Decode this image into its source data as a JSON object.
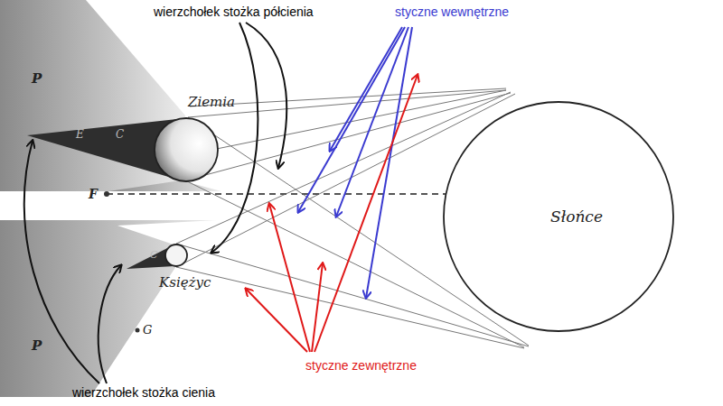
{
  "diagram": {
    "nodes": [
      {
        "text": [
          "Ziemia"
        ]
      },
      {
        "text": [
          "Księżyc"
        ]
      },
      {
        "text": [
          "Słońce"
        ]
      }
    ],
    "labels": [
      "wierzchołek stożka półcienia",
      "styczne wewnętrzne",
      "P",
      "E",
      "C",
      "F",
      "C",
      "P",
      "G",
      "styczne zewnętrzne",
      "wierzchołek stożka cienia"
    ]
  }
}
